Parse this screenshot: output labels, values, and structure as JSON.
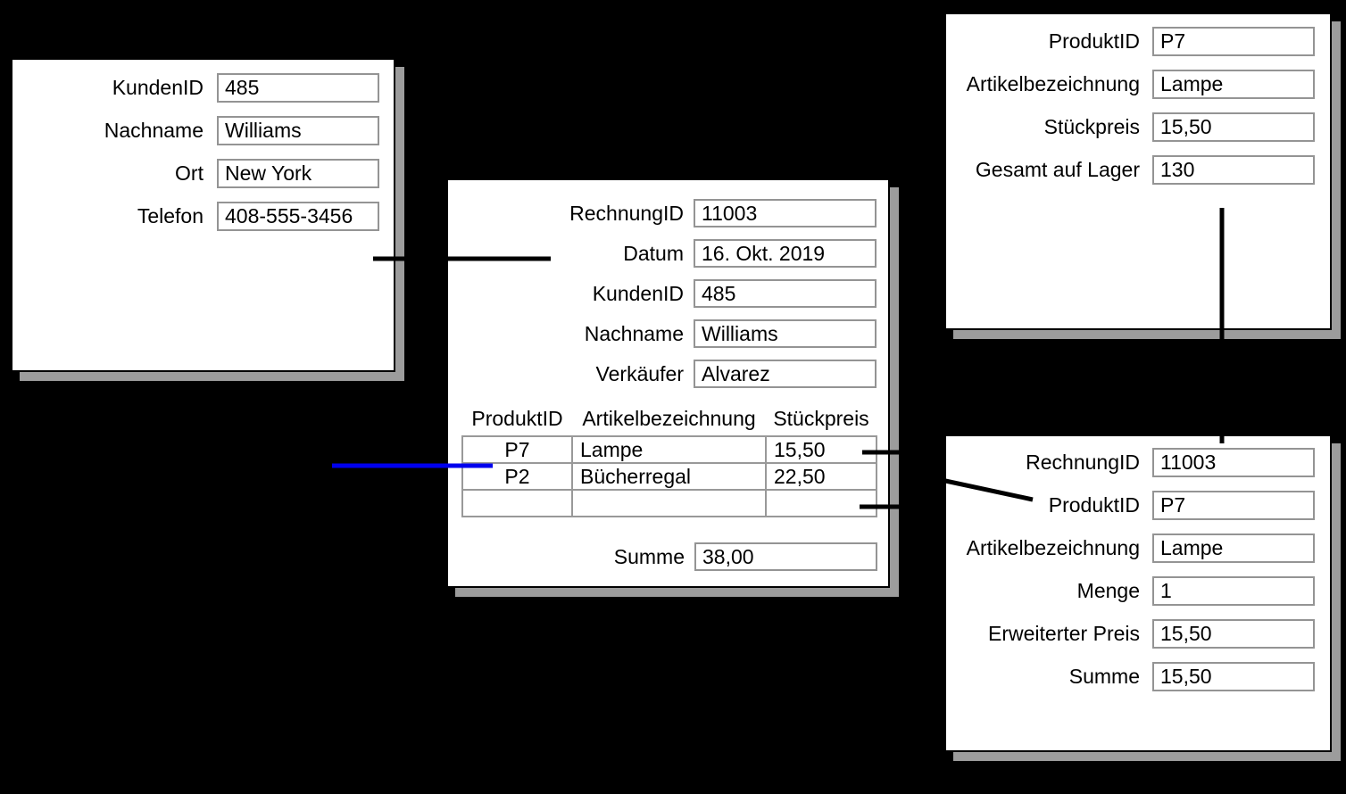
{
  "colors": {
    "background": "#000000",
    "panel": "#ffffff",
    "shadow": "#9c9c9c",
    "field_border": "#949494",
    "table_border": "#999999",
    "connector": "#000000",
    "highlight_connector": "#0000ee"
  },
  "customer_card": {
    "fields": [
      {
        "label": "KundenID",
        "value": "485"
      },
      {
        "label": "Nachname",
        "value": "Williams"
      },
      {
        "label": "Ort",
        "value": "New York"
      },
      {
        "label": "Telefon",
        "value": "408-555-3456"
      }
    ]
  },
  "invoice_card": {
    "fields": [
      {
        "label": "RechnungID",
        "value": "11003"
      },
      {
        "label": "Datum",
        "value": "16. Okt. 2019"
      },
      {
        "label": "KundenID",
        "value": "485"
      },
      {
        "label": "Nachname",
        "value": "Williams"
      },
      {
        "label": "Verkäufer",
        "value": "Alvarez"
      }
    ],
    "line_items": {
      "headers": [
        "ProduktID",
        "Artikelbezeichnung",
        "Stückpreis"
      ],
      "rows": [
        [
          "P7",
          "Lampe",
          "15,50"
        ],
        [
          "P2",
          "Bücherregal",
          "22,50"
        ],
        [
          "",
          "",
          ""
        ]
      ]
    },
    "total": {
      "label": "Summe",
      "value": "38,00"
    }
  },
  "product_card": {
    "fields": [
      {
        "label": "ProduktID",
        "value": "P7"
      },
      {
        "label": "Artikelbezeichnung",
        "value": "Lampe"
      },
      {
        "label": "Stückpreis",
        "value": "15,50"
      },
      {
        "label": "Gesamt auf Lager",
        "value": "130"
      }
    ]
  },
  "line_item_card": {
    "fields": [
      {
        "label": "RechnungID",
        "value": "11003"
      },
      {
        "label": "ProduktID",
        "value": "P7"
      },
      {
        "label": "Artikelbezeichnung",
        "value": "Lampe"
      },
      {
        "label": "Menge",
        "value": "1"
      },
      {
        "label": "Erweiterter Preis",
        "value": "15,50"
      },
      {
        "label": "Summe",
        "value": "15,50"
      }
    ]
  }
}
